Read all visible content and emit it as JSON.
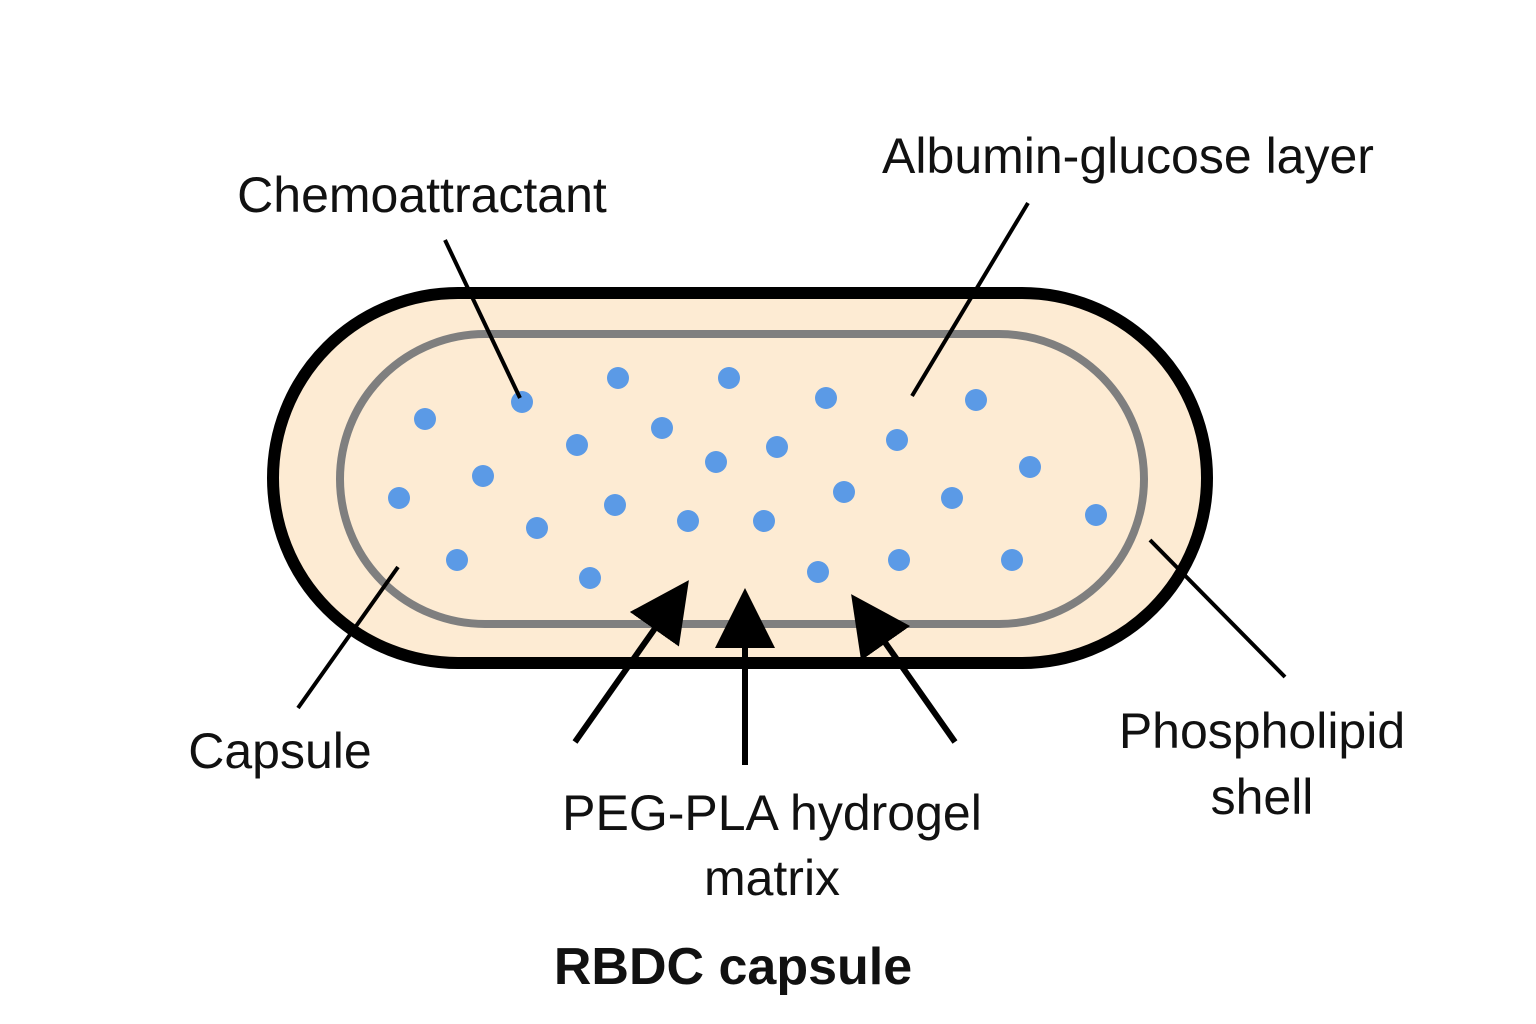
{
  "diagram": {
    "labels": {
      "chemoattractant": "Chemoattractant",
      "albumin_glucose_layer": "Albumin-glucose layer",
      "capsule": "Capsule",
      "phospholipid_line1": "Phospholipid",
      "phospholipid_line2": "shell",
      "hydrogel_line1": "PEG-PLA hydrogel",
      "hydrogel_line2": "matrix"
    },
    "title": "RBDC capsule",
    "colors": {
      "capsule_fill": "#fdebd3",
      "outer_outline": "#000000",
      "inner_outline": "#808080",
      "particle": "#5b9ae6",
      "leader_line": "#000000"
    }
  }
}
